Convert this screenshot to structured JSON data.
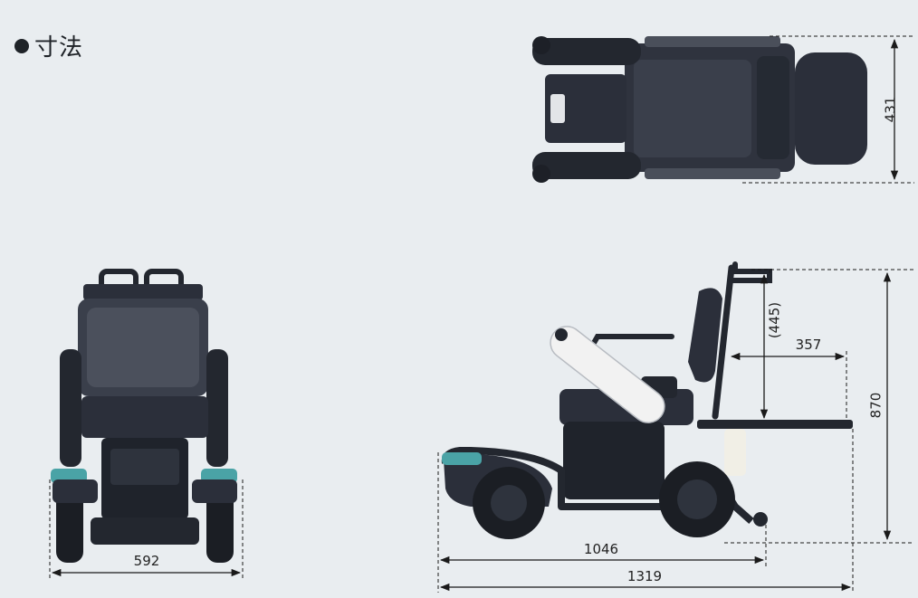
{
  "heading": {
    "bullet_icon": "filled-circle-icon",
    "title": "寸法"
  },
  "dimensions": {
    "top_view_width": "431",
    "front_view_width": "592",
    "backrest_height": "(445)",
    "seat_depth": "357",
    "overall_height": "870",
    "wheelbase_length": "1046",
    "overall_length": "1319"
  },
  "colors": {
    "background": "#e9edf0",
    "chassis": "#2b2f3a",
    "accent": "#4aa3a6",
    "armrest": "#f2f2f2",
    "dimension_line": "#1a1a1a"
  }
}
